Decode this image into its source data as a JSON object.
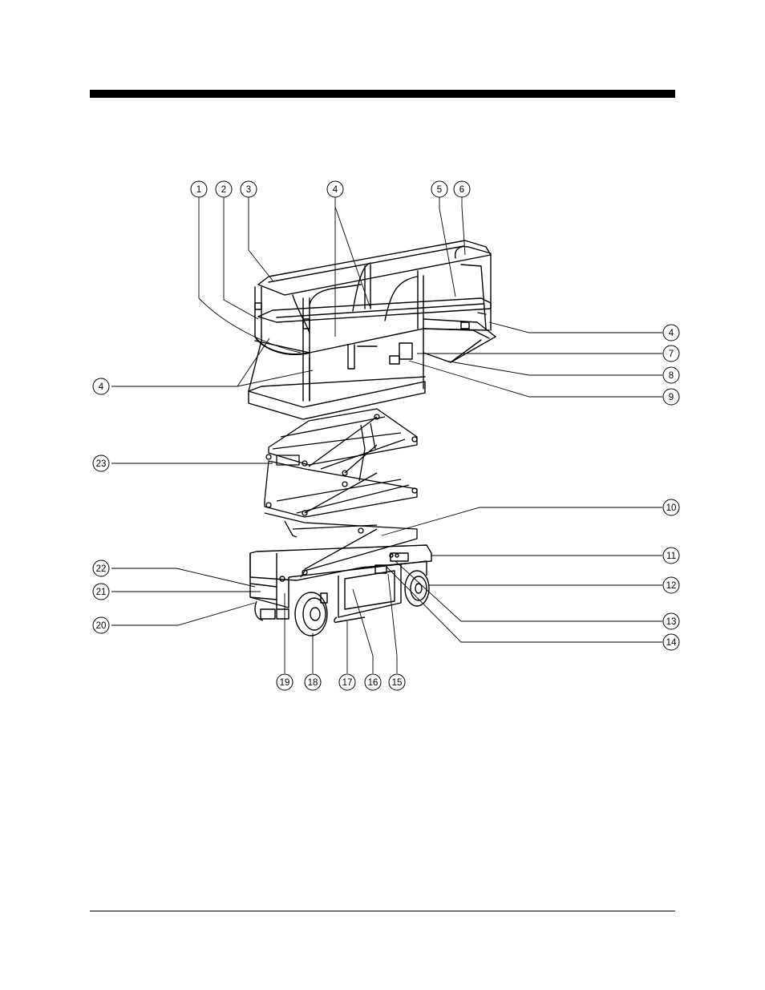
{
  "callouts": [
    {
      "id": "c1",
      "label": "1"
    },
    {
      "id": "c2",
      "label": "2"
    },
    {
      "id": "c3",
      "label": "3"
    },
    {
      "id": "c4a",
      "label": "4"
    },
    {
      "id": "c5",
      "label": "5"
    },
    {
      "id": "c6",
      "label": "6"
    },
    {
      "id": "c4b",
      "label": "4"
    },
    {
      "id": "c7",
      "label": "7"
    },
    {
      "id": "c8",
      "label": "8"
    },
    {
      "id": "c9",
      "label": "9"
    },
    {
      "id": "c4c",
      "label": "4"
    },
    {
      "id": "c23",
      "label": "23"
    },
    {
      "id": "c10",
      "label": "10"
    },
    {
      "id": "c11",
      "label": "11"
    },
    {
      "id": "c12",
      "label": "12"
    },
    {
      "id": "c13",
      "label": "13"
    },
    {
      "id": "c14",
      "label": "14"
    },
    {
      "id": "c22",
      "label": "22"
    },
    {
      "id": "c21",
      "label": "21"
    },
    {
      "id": "c20",
      "label": "20"
    },
    {
      "id": "c19",
      "label": "19"
    },
    {
      "id": "c18",
      "label": "18"
    },
    {
      "id": "c17",
      "label": "17"
    },
    {
      "id": "c16",
      "label": "16"
    },
    {
      "id": "c15",
      "label": "15"
    }
  ]
}
